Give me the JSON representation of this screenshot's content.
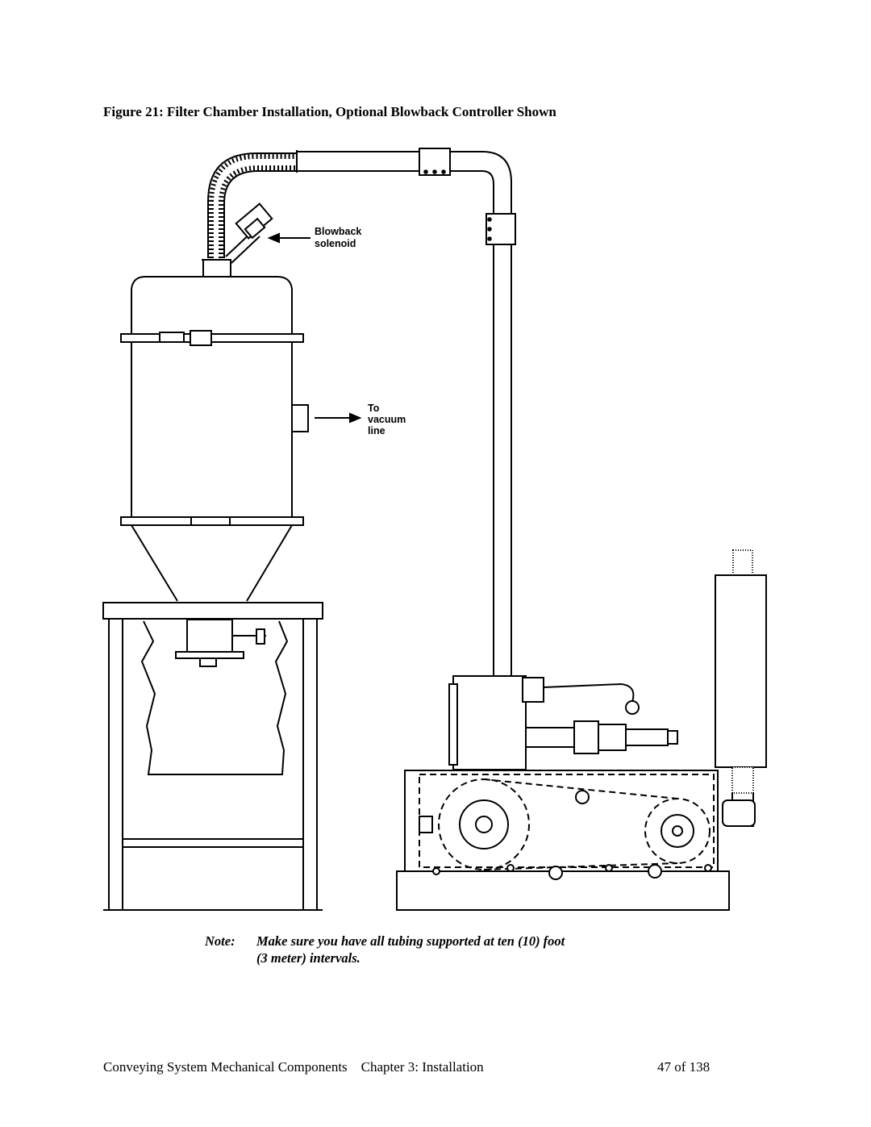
{
  "caption": "Figure 21: Filter Chamber Installation, Optional Blowback Controller Shown",
  "figure": {
    "label_blowback_line1": "Blowback",
    "label_blowback_line2": "solenoid",
    "label_vacuum_line1": "To",
    "label_vacuum_line2": "vacuum",
    "label_vacuum_line3": "line"
  },
  "note": {
    "tag": "Note:",
    "line1": "Make sure you have all tubing supported at ten (10) foot",
    "line2": "(3 meter) intervals."
  },
  "footer": {
    "left": "Conveying System Mechanical Components    Chapter 3: Installation",
    "right": "47 of 138"
  }
}
